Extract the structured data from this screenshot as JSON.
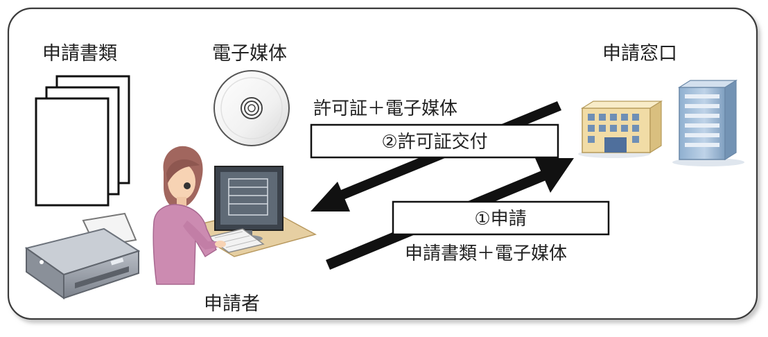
{
  "labels": {
    "documents": "申請書類",
    "media": "電子媒体",
    "window": "申請窓口",
    "applicant": "申請者",
    "return_items": "許可証＋電子媒体",
    "step2": "②許可証交付",
    "step1": "①申請",
    "submit_items": "申請書類＋電子媒体"
  }
}
